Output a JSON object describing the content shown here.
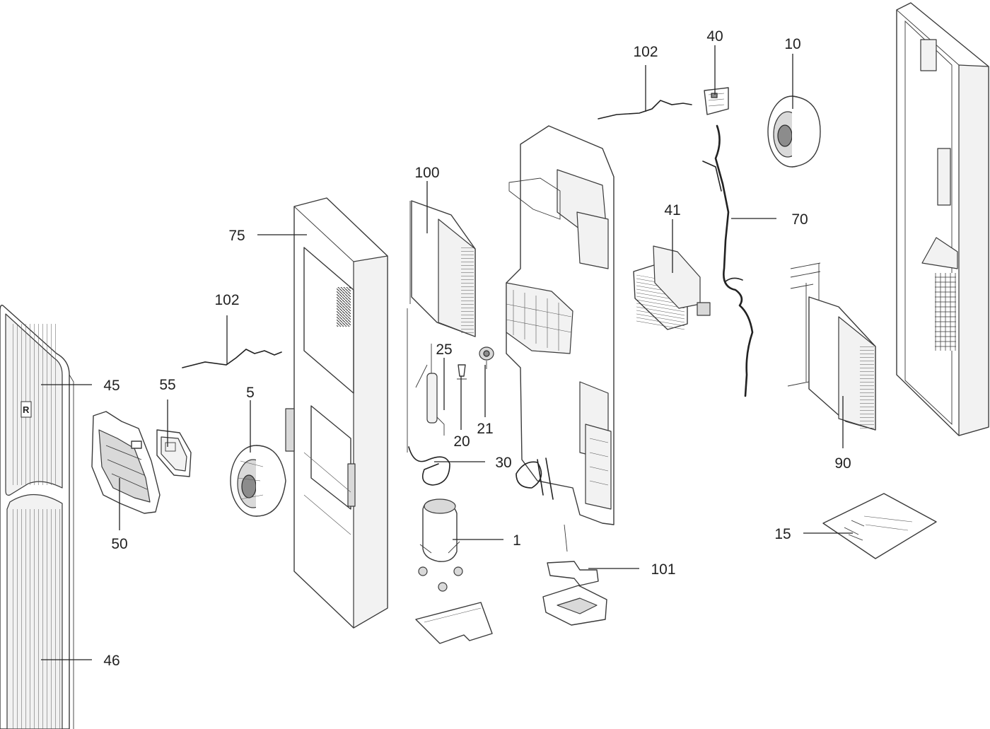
{
  "callouts": [
    {
      "id": "c102a",
      "label": "102"
    },
    {
      "id": "c40",
      "label": "40"
    },
    {
      "id": "c10",
      "label": "10"
    },
    {
      "id": "c100",
      "label": "100"
    },
    {
      "id": "c41",
      "label": "41"
    },
    {
      "id": "c75",
      "label": "75"
    },
    {
      "id": "c70",
      "label": "70"
    },
    {
      "id": "c102b",
      "label": "102"
    },
    {
      "id": "c25",
      "label": "25"
    },
    {
      "id": "c45",
      "label": "45"
    },
    {
      "id": "c55",
      "label": "55"
    },
    {
      "id": "c5",
      "label": "5"
    },
    {
      "id": "c21",
      "label": "21"
    },
    {
      "id": "c20",
      "label": "20"
    },
    {
      "id": "c30",
      "label": "30"
    },
    {
      "id": "c90",
      "label": "90"
    },
    {
      "id": "c50",
      "label": "50"
    },
    {
      "id": "c1",
      "label": "1"
    },
    {
      "id": "c15",
      "label": "15"
    },
    {
      "id": "c101",
      "label": "101"
    },
    {
      "id": "c46",
      "label": "46"
    }
  ],
  "logo_letter": "R"
}
